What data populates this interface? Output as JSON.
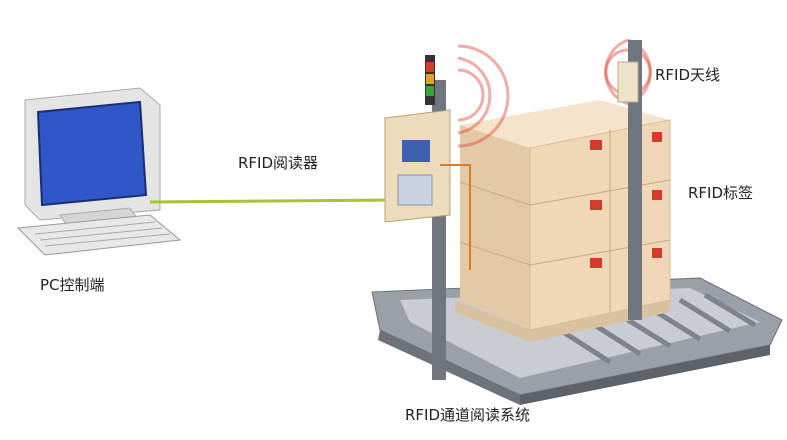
{
  "labels": {
    "antenna": "RFID天线",
    "reader": "RFID阅读器",
    "tag": "RFID标签",
    "pc": "PC控制端",
    "system": "RFID通道阅读系统"
  },
  "colors": {
    "cable": "#a8c23a",
    "screen": "#2f57c8",
    "box": "#efd7b8",
    "tag": "#d63a2a",
    "signal": "#e0473a",
    "conveyor": "#8a8f99"
  }
}
